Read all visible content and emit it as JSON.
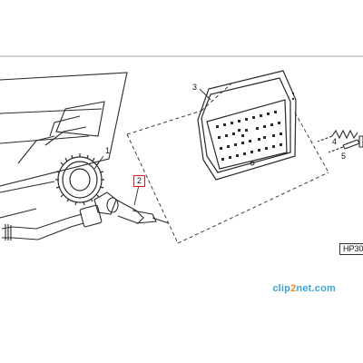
{
  "callouts": {
    "c1": "1",
    "c2": "2",
    "c3": "3",
    "c4": "4",
    "c5": "5"
  },
  "figure_code": "HP30",
  "watermark": {
    "part1": "clip",
    "part2": "2",
    "part3": "net.com"
  },
  "colors": {
    "line": "#2b2b2b",
    "highlight": "#d22323",
    "watermark": "#3aa6d8",
    "watermark_accent": "#f08a24"
  }
}
